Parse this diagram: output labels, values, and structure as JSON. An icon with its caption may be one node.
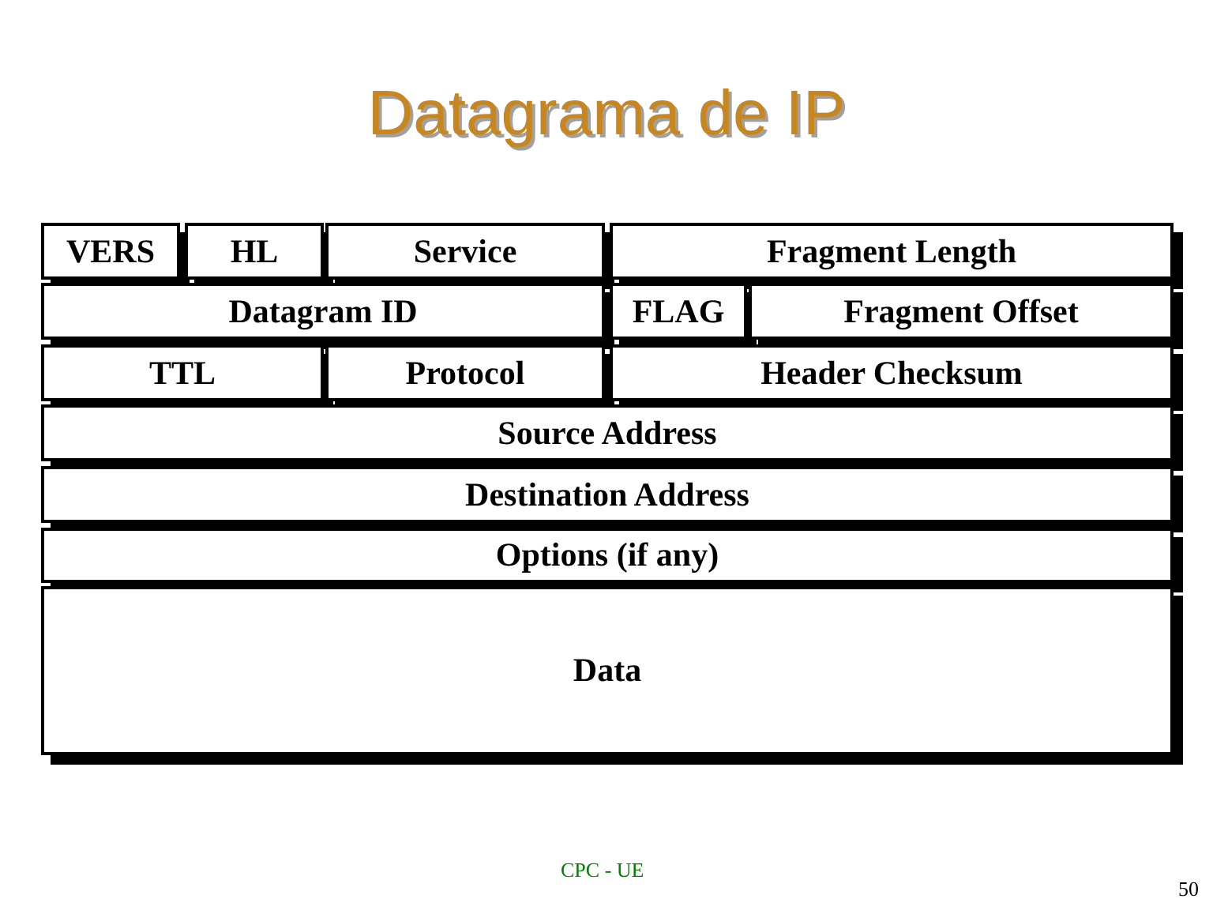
{
  "diagram": {
    "title": "Datagrama de IP",
    "nodes": [
      {
        "text": [
          "VERS"
        ]
      },
      {
        "text": [
          "HL"
        ]
      },
      {
        "text": [
          "Service"
        ]
      },
      {
        "text": [
          "Fragment Length"
        ]
      },
      {
        "text": [
          "Datagram ID"
        ]
      },
      {
        "text": [
          "FLAG"
        ]
      },
      {
        "text": [
          "Fragment Offset"
        ]
      },
      {
        "text": [
          "TTL"
        ]
      },
      {
        "text": [
          "Protocol"
        ]
      },
      {
        "text": [
          "Header Checksum"
        ]
      },
      {
        "text": [
          "Source Address"
        ]
      },
      {
        "text": [
          "Destination Address"
        ]
      },
      {
        "text": [
          "Options (if any)"
        ]
      },
      {
        "text": [
          "Data"
        ]
      }
    ],
    "labels": [
      "CPC - UE",
      "50"
    ]
  }
}
